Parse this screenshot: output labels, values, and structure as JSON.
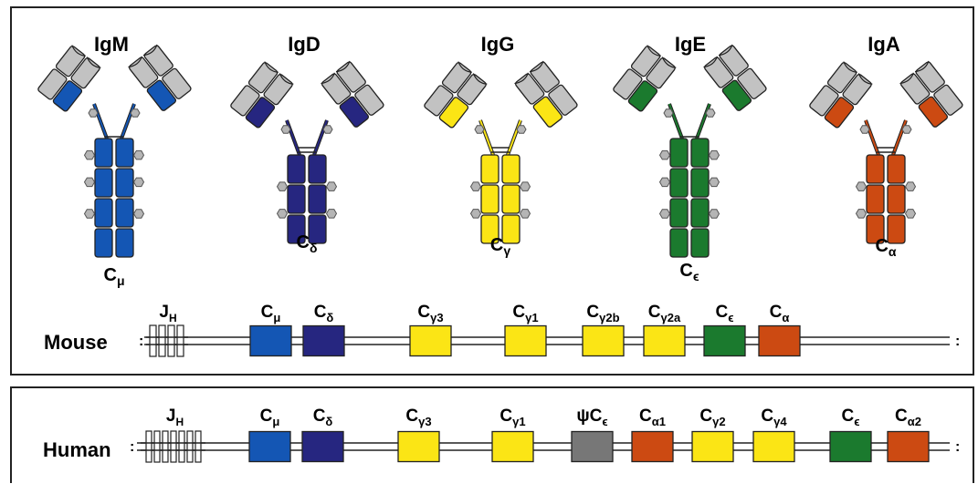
{
  "colors": {
    "igm": "#1456b4",
    "igd": "#262680",
    "igg": "#fbe515",
    "ige": "#1b7a2e",
    "iga": "#cc4a12",
    "light_chain": "#c2c2c2",
    "pseudogene": "#777777",
    "outline": "#222222"
  },
  "antibodies": [
    {
      "name": "IgM",
      "region": {
        "base": "C",
        "sub": "μ"
      },
      "color_key": "igm"
    },
    {
      "name": "IgD",
      "region": {
        "base": "C",
        "sub": "δ"
      },
      "color_key": "igd"
    },
    {
      "name": "IgG",
      "region": {
        "base": "C",
        "sub": "γ"
      },
      "color_key": "igg"
    },
    {
      "name": "IgE",
      "region": {
        "base": "C",
        "sub": "ϵ"
      },
      "color_key": "ige"
    },
    {
      "name": "IgA",
      "region": {
        "base": "C",
        "sub": "α"
      },
      "color_key": "iga"
    }
  ],
  "loci": {
    "mouse": {
      "label": "Mouse",
      "jh": {
        "base": "J",
        "sub": "H"
      },
      "genes": [
        {
          "base": "C",
          "sub": "μ",
          "color_key": "igm"
        },
        {
          "base": "C",
          "sub": "δ",
          "color_key": "igd"
        },
        {
          "base": "C",
          "sub": "γ3",
          "color_key": "igg"
        },
        {
          "base": "C",
          "sub": "γ1",
          "color_key": "igg"
        },
        {
          "base": "C",
          "sub": "γ2b",
          "color_key": "igg"
        },
        {
          "base": "C",
          "sub": "γ2a",
          "color_key": "igg"
        },
        {
          "base": "C",
          "sub": "ϵ",
          "color_key": "ige"
        },
        {
          "base": "C",
          "sub": "α",
          "color_key": "iga"
        }
      ]
    },
    "human": {
      "label": "Human",
      "jh": {
        "base": "J",
        "sub": "H"
      },
      "genes": [
        {
          "base": "C",
          "sub": "μ",
          "color_key": "igm"
        },
        {
          "base": "C",
          "sub": "δ",
          "color_key": "igd"
        },
        {
          "base": "C",
          "sub": "γ3",
          "color_key": "igg"
        },
        {
          "base": "C",
          "sub": "γ1",
          "color_key": "igg"
        },
        {
          "prefix": "ψ",
          "base": "C",
          "sub": "ϵ",
          "color_key": "pseudogene"
        },
        {
          "base": "C",
          "sub": "α1",
          "color_key": "iga"
        },
        {
          "base": "C",
          "sub": "γ2",
          "color_key": "igg"
        },
        {
          "base": "C",
          "sub": "γ4",
          "color_key": "igg"
        },
        {
          "base": "C",
          "sub": "ϵ",
          "color_key": "ige"
        },
        {
          "base": "C",
          "sub": "α2",
          "color_key": "iga"
        }
      ]
    }
  }
}
